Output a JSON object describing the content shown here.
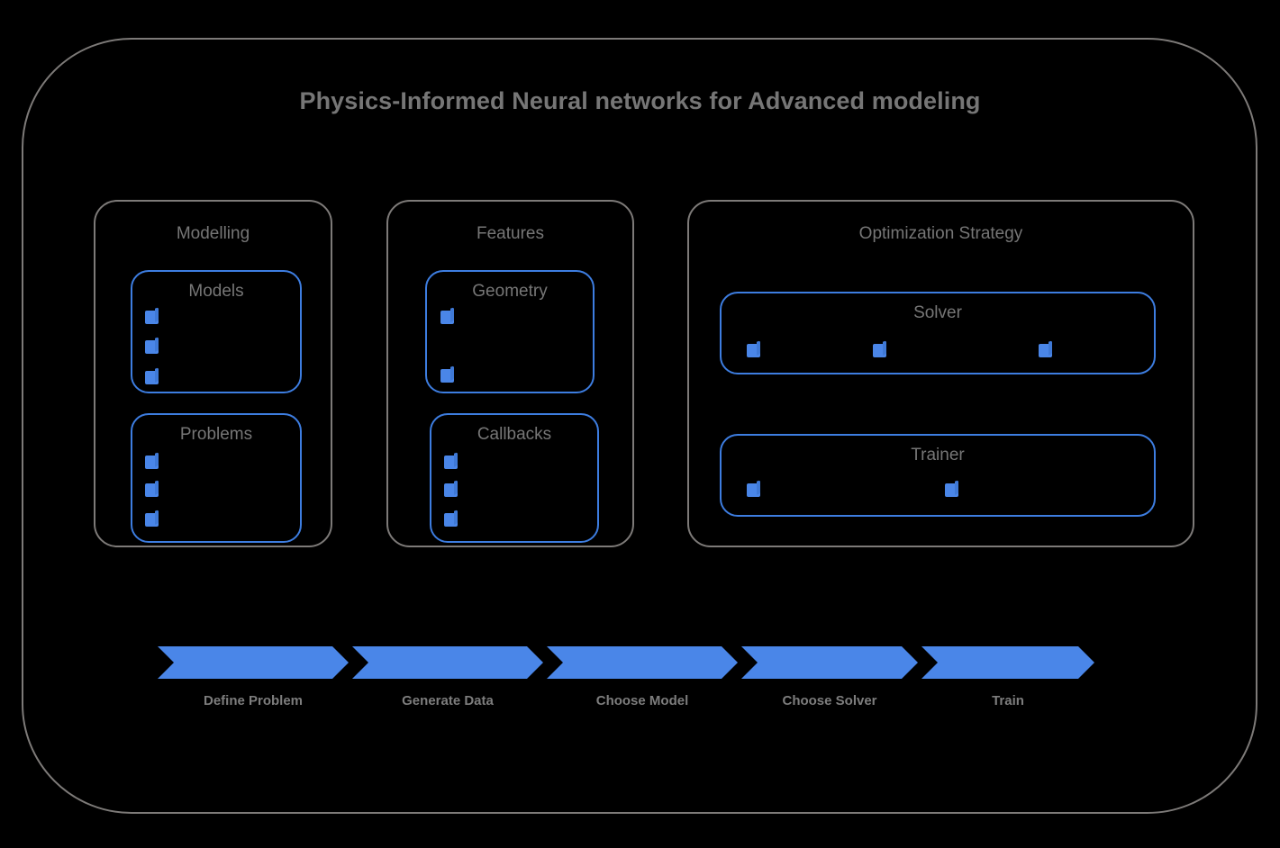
{
  "diagram": {
    "title": "Physics-Informed Neural networks for Advanced modeling",
    "colors": {
      "background": "#000000",
      "outer_border": "#7d7a78",
      "group_border": "#7d7a78",
      "card_border": "#3d7de0",
      "accent_blue": "#4a86e8",
      "text_gray": "#767676"
    }
  },
  "groups": [
    {
      "name": "modelling",
      "title": "Modelling",
      "cards": [
        {
          "name": "models",
          "title": "Models",
          "marker_count": 3,
          "marker_layout": "vertical"
        },
        {
          "name": "problems",
          "title": "Problems",
          "marker_count": 3,
          "marker_layout": "vertical"
        }
      ]
    },
    {
      "name": "features",
      "title": "Features",
      "cards": [
        {
          "name": "geometry",
          "title": "Geometry",
          "marker_count": 2,
          "marker_layout": "vertical"
        },
        {
          "name": "callbacks",
          "title": "Callbacks",
          "marker_count": 3,
          "marker_layout": "vertical"
        }
      ]
    },
    {
      "name": "optimization",
      "title": "Optimization Strategy",
      "cards": [
        {
          "name": "solver",
          "title": "Solver",
          "marker_count": 3,
          "marker_layout": "horizontal"
        },
        {
          "name": "trainer",
          "title": "Trainer",
          "marker_count": 2,
          "marker_layout": "horizontal"
        }
      ]
    }
  ],
  "process_flow": {
    "steps": [
      {
        "name": "define-problem",
        "label": "Define Problem"
      },
      {
        "name": "generate-data",
        "label": "Generate Data"
      },
      {
        "name": "choose-model",
        "label": "Choose Model"
      },
      {
        "name": "choose-solver",
        "label": "Choose Solver"
      },
      {
        "name": "train",
        "label": "Train"
      }
    ]
  }
}
